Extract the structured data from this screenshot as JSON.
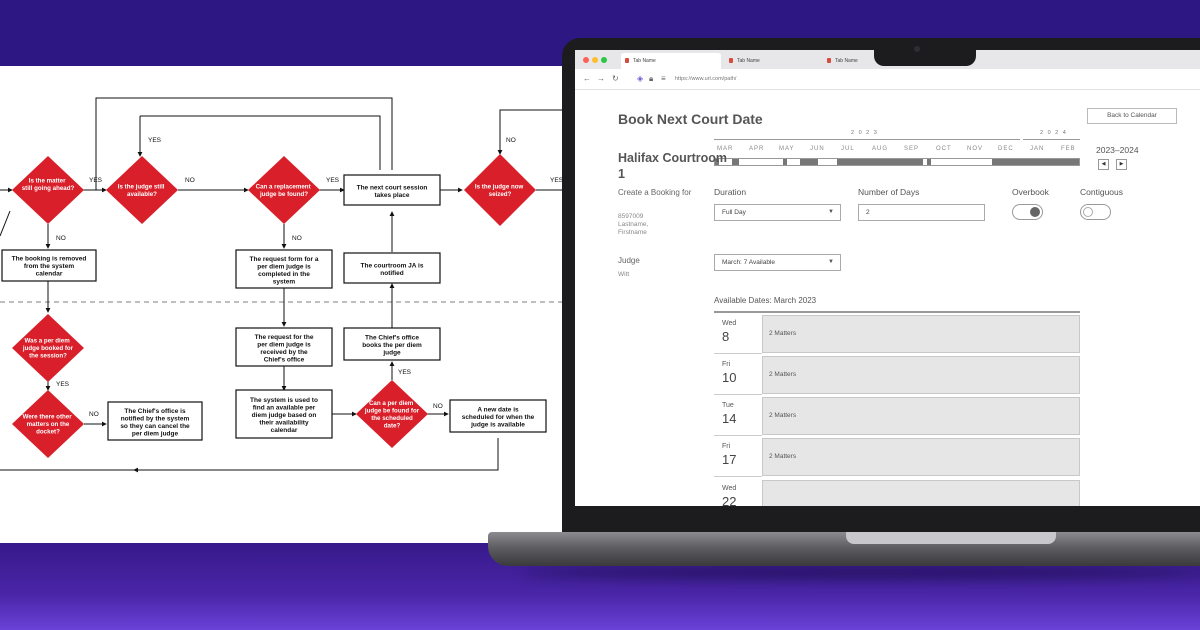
{
  "flowchart": {
    "nodes": {
      "d_matter_ahead": "Is the matter still going ahead?",
      "d_judge_available": "Is the judge still available?",
      "d_replacement": "Can a replacement judge be found?",
      "b_next_session": "The next court session takes place",
      "d_judge_seized": "Is the judge now seized?",
      "b_booking_removed": "The booking is removed from the system calendar",
      "b_request_form": "The request form for a per diem judge is completed in the system",
      "b_ja_notified": "The courtroom JA is notified",
      "d_per_diem_booked": "Was a per diem judge booked for the session?",
      "b_request_received": "The request for the per diem judge is received by the Chief's office",
      "b_chief_books": "The Chief's office books the per diem judge",
      "d_other_matters": "Were there other matters on the docket?",
      "b_chief_notified": "The Chief's office is notified by the system so they can cancel the per diem judge",
      "b_system_find": "The system is used to find an available per diem judge based on their availability calendar",
      "d_per_diem_found": "Can a per diem judge be found for the scheduled date?",
      "b_new_date": "A new date is scheduled for when the judge is available"
    },
    "edge_labels": {
      "yes": "YES",
      "no": "NO"
    }
  },
  "browser": {
    "tabs": [
      "Tab Name",
      "Tab Name",
      "Tab Name"
    ],
    "url": "https://www.url.com/path/",
    "colors": {
      "red": "#ff5f57",
      "yellow": "#febc2e",
      "green": "#28c840"
    }
  },
  "app": {
    "title": "Book Next Court Date",
    "back_button": "Back to Calendar",
    "timeline": {
      "years": [
        "2 0 2 3",
        "2 0 2 4"
      ],
      "months": [
        "MAR",
        "APR",
        "MAY",
        "JUN",
        "JUL",
        "AUG",
        "SEP",
        "OCT",
        "NOV",
        "DEC",
        "JAN",
        "FEB"
      ],
      "range_label": "2023–2024",
      "prev_icon": "◀",
      "next_icon": "▶"
    },
    "court": {
      "name": "Halifax Courtroom 1",
      "create_label": "Create a Booking for",
      "booking_id": "8597009",
      "booking_name": "Lastname, Firstname",
      "judge_label": "Judge",
      "judge_name": "Witt"
    },
    "fields": {
      "duration_label": "Duration",
      "duration_value": "Full Day",
      "days_label": "Number of Days",
      "days_value": "2",
      "overbook_label": "Overbook",
      "overbook_on": true,
      "contiguous_label": "Contiguous",
      "contiguous_on": false,
      "month_select": "March:  7 Available"
    },
    "available": {
      "heading": "Available Dates: March 2023",
      "rows": [
        {
          "dow": "Wed",
          "day": "8",
          "matters": "2 Matters"
        },
        {
          "dow": "Fri",
          "day": "10",
          "matters": "2 Matters"
        },
        {
          "dow": "Tue",
          "day": "14",
          "matters": "2 Matters"
        },
        {
          "dow": "Fri",
          "day": "17",
          "matters": "2 Matters"
        },
        {
          "dow": "Wed",
          "day": "22",
          "matters": ""
        }
      ]
    }
  },
  "colors": {
    "diamond_red": "#d81f2a",
    "background_purple": "#2c1783",
    "timeline_fill": "#777777"
  }
}
